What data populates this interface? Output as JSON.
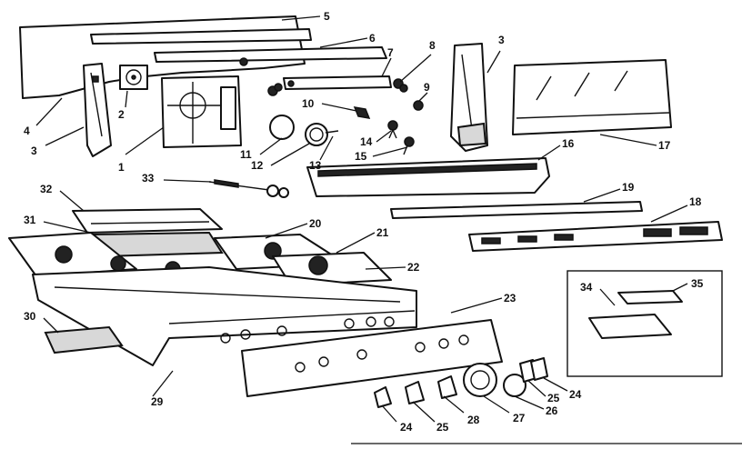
{
  "callouts": [
    {
      "id": "c1",
      "text": "1"
    },
    {
      "id": "c2",
      "text": "2"
    },
    {
      "id": "c3a",
      "text": "3"
    },
    {
      "id": "c3b",
      "text": "3"
    },
    {
      "id": "c4",
      "text": "4"
    },
    {
      "id": "c5",
      "text": "5"
    },
    {
      "id": "c6",
      "text": "6"
    },
    {
      "id": "c7",
      "text": "7"
    },
    {
      "id": "c8",
      "text": "8"
    },
    {
      "id": "c9",
      "text": "9"
    },
    {
      "id": "c10",
      "text": "10"
    },
    {
      "id": "c11",
      "text": "11"
    },
    {
      "id": "c12",
      "text": "12"
    },
    {
      "id": "c13",
      "text": "13"
    },
    {
      "id": "c14",
      "text": "14"
    },
    {
      "id": "c15",
      "text": "15"
    },
    {
      "id": "c16",
      "text": "16"
    },
    {
      "id": "c17",
      "text": "17"
    },
    {
      "id": "c18",
      "text": "18"
    },
    {
      "id": "c19",
      "text": "19"
    },
    {
      "id": "c20",
      "text": "20"
    },
    {
      "id": "c21",
      "text": "21"
    },
    {
      "id": "c22",
      "text": "22"
    },
    {
      "id": "c23",
      "text": "23"
    },
    {
      "id": "c24a",
      "text": "24"
    },
    {
      "id": "c24b",
      "text": "24"
    },
    {
      "id": "c25a",
      "text": "25"
    },
    {
      "id": "c25b",
      "text": "25"
    },
    {
      "id": "c26",
      "text": "26"
    },
    {
      "id": "c27",
      "text": "27"
    },
    {
      "id": "c28",
      "text": "28"
    },
    {
      "id": "c29",
      "text": "29"
    },
    {
      "id": "c30",
      "text": "30"
    },
    {
      "id": "c31",
      "text": "31"
    },
    {
      "id": "c32",
      "text": "32"
    },
    {
      "id": "c33",
      "text": "33"
    },
    {
      "id": "c34",
      "text": "34"
    },
    {
      "id": "c35",
      "text": "35"
    }
  ]
}
